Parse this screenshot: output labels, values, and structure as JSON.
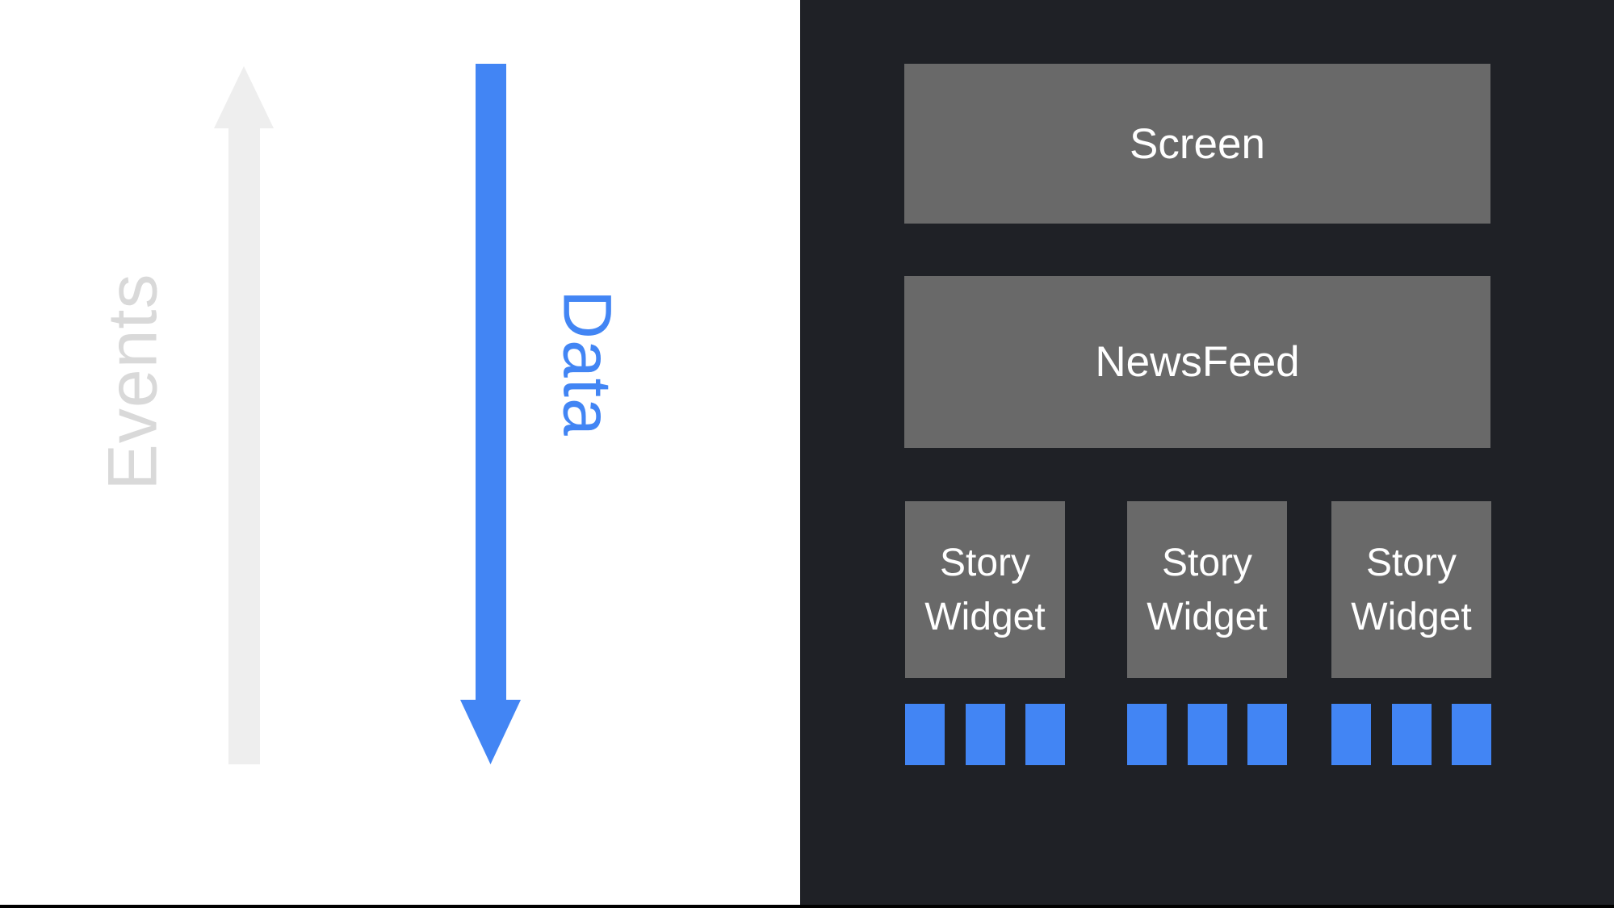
{
  "diagram": {
    "left": {
      "events_label": "Events",
      "data_label": "Data"
    },
    "right": {
      "screen_label": "Screen",
      "newsfeed_label": "NewsFeed",
      "story_widgets": [
        {
          "line1": "Story",
          "line2": "Widget",
          "data_squares": 3
        },
        {
          "line1": "Story",
          "line2": "Widget",
          "data_squares": 3
        },
        {
          "line1": "Story",
          "line2": "Widget",
          "data_squares": 3
        }
      ]
    }
  },
  "icons": {
    "events_arrow": "arrow-up-icon",
    "data_arrow": "arrow-down-icon"
  },
  "colors": {
    "accent-blue": "#4285f4",
    "panel-dark": "#1f2126",
    "box-gray": "#696969",
    "arrow-light-gray": "#eeeeee",
    "events-text-gray": "#d9d9d9",
    "box-text-white": "#ffffff",
    "left-bg": "#ffffff",
    "bottom-bar-black": "#000000"
  }
}
